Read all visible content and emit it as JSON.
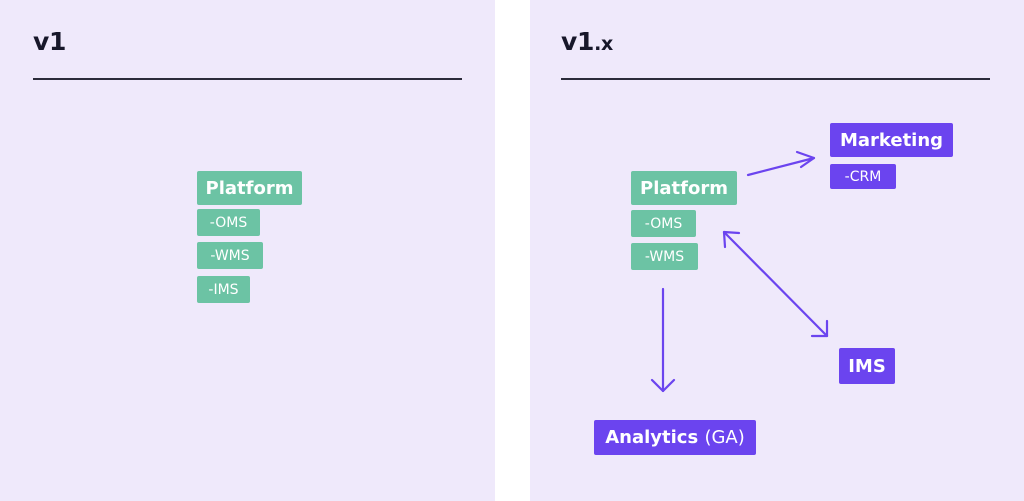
{
  "left": {
    "version": "v1",
    "platform": {
      "title": "Platform",
      "items": [
        "-OMS",
        "-WMS",
        "-IMS"
      ]
    }
  },
  "right": {
    "version_major": "v1",
    "version_minor": ".x",
    "platform": {
      "title": "Platform",
      "items": [
        "-OMS",
        "-WMS"
      ]
    },
    "marketing": {
      "title": "Marketing",
      "items": [
        "-CRM"
      ]
    },
    "ims": {
      "title": "IMS"
    },
    "analytics": {
      "title": "Analytics",
      "suffix": "(GA)"
    }
  },
  "colors": {
    "background": "#efe9fb",
    "green": "#6cc3a4",
    "purple": "#6b44ef",
    "text": "#17172a"
  }
}
